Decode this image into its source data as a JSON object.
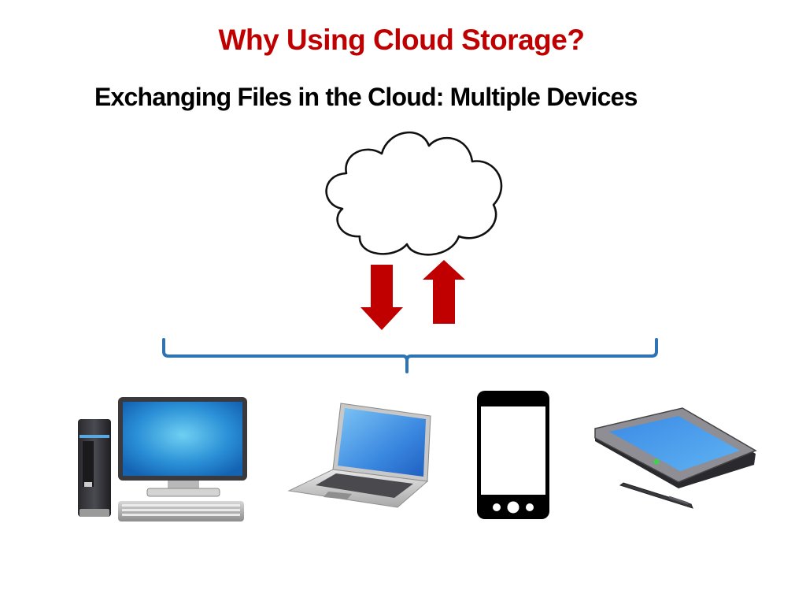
{
  "slide": {
    "title": "Why Using Cloud Storage?",
    "subtitle": "Exchanging Files in the Cloud: Multiple Devices",
    "colors": {
      "title": "#c00000",
      "arrows": "#c00000",
      "bracket": "#2e74b5",
      "cloud_outline": "#000000",
      "subtitle": "#000000"
    }
  },
  "diagram": {
    "cloud": {
      "icon": "cloud-icon"
    },
    "arrows": [
      {
        "direction": "down",
        "icon": "arrow-down-icon",
        "meaning": "download"
      },
      {
        "direction": "up",
        "icon": "arrow-up-icon",
        "meaning": "upload"
      }
    ],
    "bracket": {
      "icon": "curly-bracket"
    },
    "devices": [
      {
        "name": "desktop-computer",
        "icon": "desktop-computer-icon"
      },
      {
        "name": "laptop",
        "icon": "laptop-icon"
      },
      {
        "name": "smartphone",
        "icon": "smartphone-icon"
      },
      {
        "name": "tablet-with-stylus",
        "icon": "tablet-icon"
      }
    ]
  }
}
